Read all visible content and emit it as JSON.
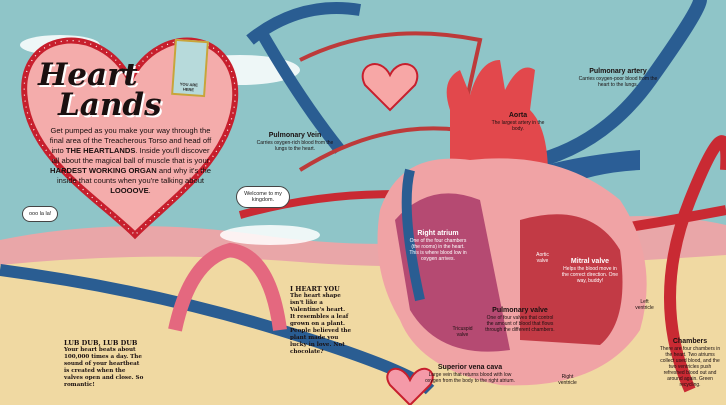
{
  "intro": {
    "title_line1": "Heart",
    "title_line2": "Lands",
    "body_parts": [
      "Get pumped as you make your way through the final area of the Treacherous Torso and head off into ",
      "THE HEARTLANDS",
      ". Inside you'll discover all about the magical ball of muscle that is your ",
      "HARDEST WORKING ORGAN",
      " and why it's the inside that counts when you're talking about ",
      "LOOOOVE",
      "."
    ],
    "you_are_here": "YOU ARE HERE"
  },
  "bubbles": {
    "left": "ooo la la!",
    "right": "Welcome to my kingdom."
  },
  "labels": {
    "pulmonary_vein": {
      "title": "Pulmonary Vein",
      "text": "Carries oxygen-rich blood from the lungs to the heart."
    },
    "aorta": {
      "title": "Aorta",
      "text": "The largest artery in the body."
    },
    "pulmonary_artery": {
      "title": "Pulmonary artery",
      "text": "Carries oxygen-poor blood from the heart to the lungs."
    },
    "right_atrium": {
      "title": "Right atrium",
      "text": "One of the four chambers (the rooms) in the heart. This is where blood low in oxygen arrives."
    },
    "aortic_valve": {
      "text": "Aortic valve"
    },
    "mitral_valve": {
      "title": "Mitral valve",
      "text": "Helps the blood move in the correct direction. One way, buddy!"
    },
    "pulmonary_valve": {
      "title": "Pulmonary valve",
      "text": "One of four valves that control the amount of blood that flows through the different chambers."
    },
    "tricuspid_valve": {
      "text": "Tricuspid valve"
    },
    "left_ventricle": {
      "text": "Left ventricle"
    },
    "right_ventricle": {
      "text": "Right ventricle"
    },
    "chambers": {
      "title": "Chambers",
      "text": "There are four chambers in the heart. Two atriums collect used blood, and the two ventricles push refreshed blood out and around again. Green recycling."
    },
    "superior_vena_cava": {
      "title": "Superior vena cava",
      "text": "Large vein that returns blood with low oxygen from the body to the right atrium."
    }
  },
  "facts": {
    "heart_title": "I HEART YOU",
    "heart_text": "The heart shape isn't like a Valentine's heart. It resembles a leaf grown on a plant. People believed the plant made you lucky in love. Not chocolate?",
    "lub_title": "LUB DUB, LUB DUB",
    "lub_text": "Your heart beats about 100,000 times a day. The sound of your heartbeat is created when the valves open and close. So romantic!"
  }
}
